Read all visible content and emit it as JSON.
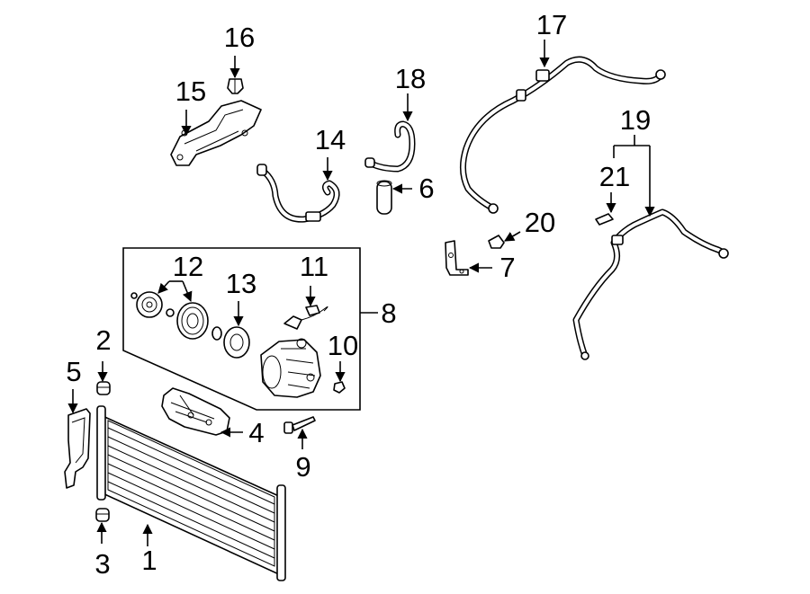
{
  "diagram": {
    "callouts": [
      {
        "id": "1",
        "text": "1"
      },
      {
        "id": "2",
        "text": "2"
      },
      {
        "id": "3",
        "text": "3"
      },
      {
        "id": "4",
        "text": "4"
      },
      {
        "id": "5",
        "text": "5"
      },
      {
        "id": "6",
        "text": "6"
      },
      {
        "id": "7",
        "text": "7"
      },
      {
        "id": "8",
        "text": "8"
      },
      {
        "id": "9",
        "text": "9"
      },
      {
        "id": "10",
        "text": "10"
      },
      {
        "id": "11",
        "text": "11"
      },
      {
        "id": "12",
        "text": "12"
      },
      {
        "id": "13",
        "text": "13"
      },
      {
        "id": "14",
        "text": "14"
      },
      {
        "id": "15",
        "text": "15"
      },
      {
        "id": "16",
        "text": "16"
      },
      {
        "id": "17",
        "text": "17"
      },
      {
        "id": "18",
        "text": "18"
      },
      {
        "id": "19",
        "text": "19"
      },
      {
        "id": "20",
        "text": "20"
      },
      {
        "id": "21",
        "text": "21"
      }
    ]
  }
}
